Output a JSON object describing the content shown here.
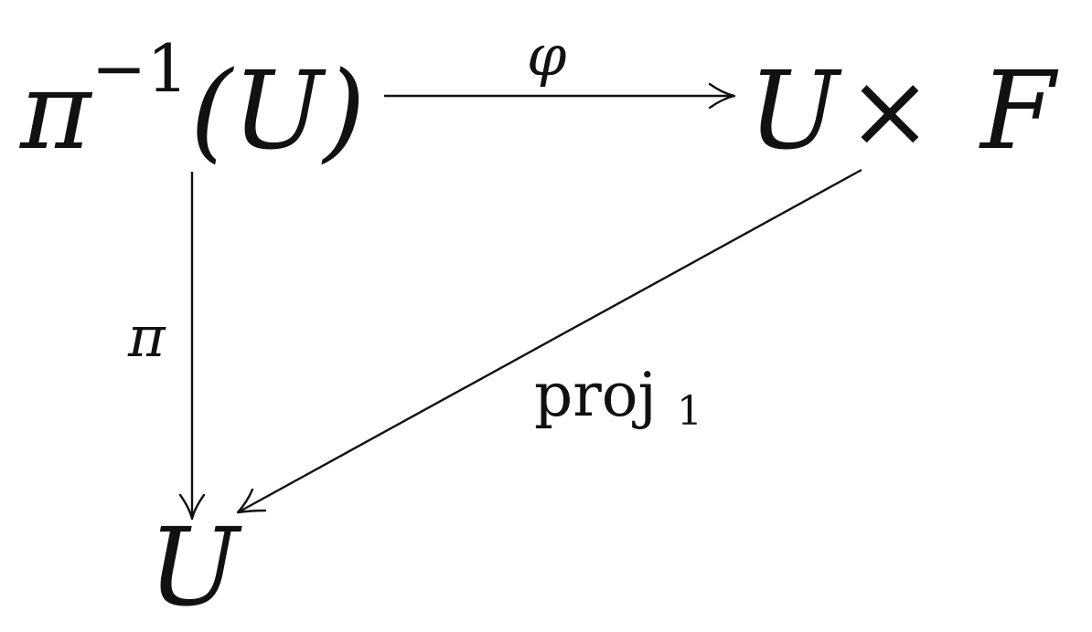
{
  "nodes": {
    "preimage": {
      "base": "π",
      "superscript": "−1",
      "argument": "(U)"
    },
    "product": {
      "left": "U",
      "operator": "×",
      "right": "F"
    },
    "base_space": {
      "label": "U"
    }
  },
  "arrows": {
    "phi": {
      "label": "φ"
    },
    "pi": {
      "label": "π"
    },
    "proj": {
      "label": "proj",
      "subscript": "1"
    }
  }
}
